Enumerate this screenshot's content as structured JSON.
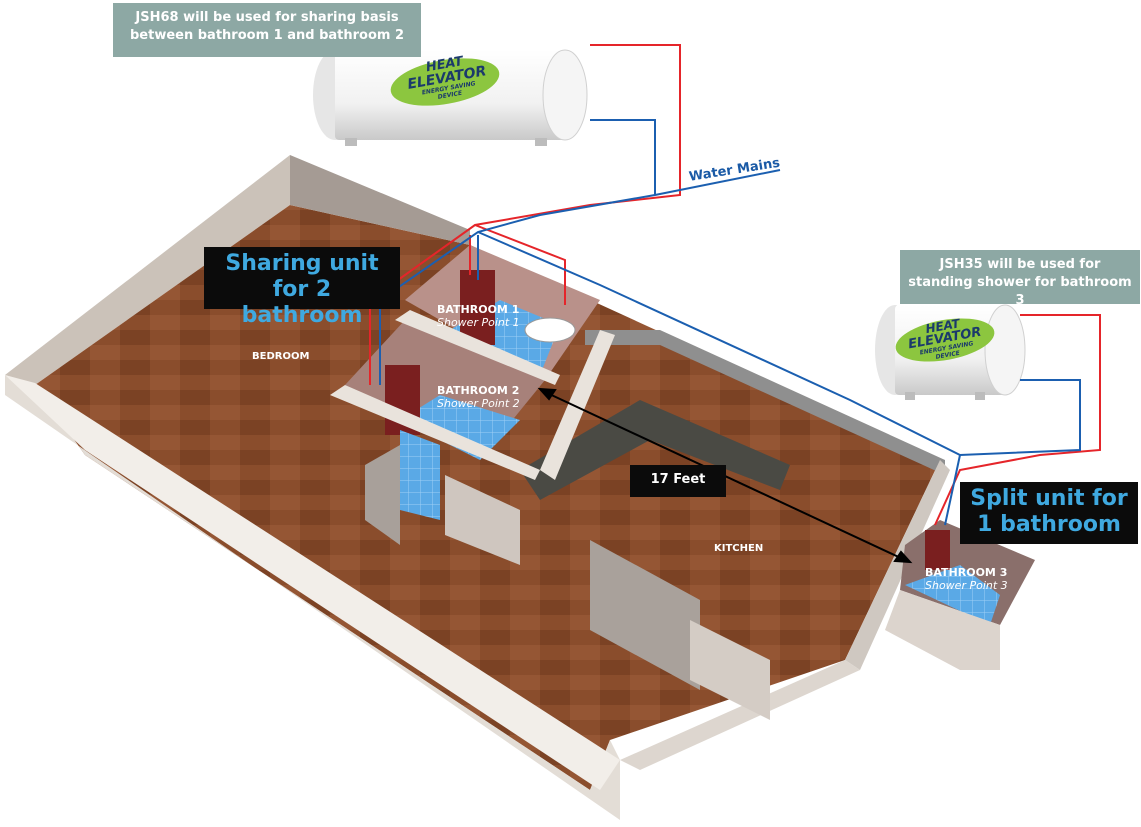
{
  "callouts": {
    "top_left": "JSH68 will be used for sharing basis between bathroom 1 and bathroom 2",
    "right": "JSH35 will be used for standing shower for bathroom 3",
    "sharing_unit": "Sharing unit for 2 bathroom",
    "split_unit": "Split unit for 1 bathroom"
  },
  "water_mains_label": "Water Mains",
  "distance_label": "17 Feet",
  "heater_brand": {
    "line1": "HEAT",
    "line2": "ELEVATOR",
    "tagline1": "ENERGY SAVING",
    "tagline2": "DEVICE"
  },
  "rooms": {
    "bathroom1": {
      "title": "BATHROOM 1",
      "sub": "Shower Point 1"
    },
    "bathroom2": {
      "title": "BATHROOM 2",
      "sub": "Shower Point 2"
    },
    "bathroom3": {
      "title": "BATHROOM 3",
      "sub": "Shower Point 3"
    },
    "bedroom": "BEDROOM",
    "kitchen": "KITCHEN"
  },
  "colors": {
    "hot_pipe": "#e5252a",
    "cold_pipe": "#1b5fb0",
    "floor": "#8a4d2c",
    "wall": "#d9d2cb",
    "callout_grey": "#8da8a4",
    "callout_black": "#0b0b0b",
    "highlight_text": "#3fa9e0",
    "tile": "#5aa9e6"
  }
}
